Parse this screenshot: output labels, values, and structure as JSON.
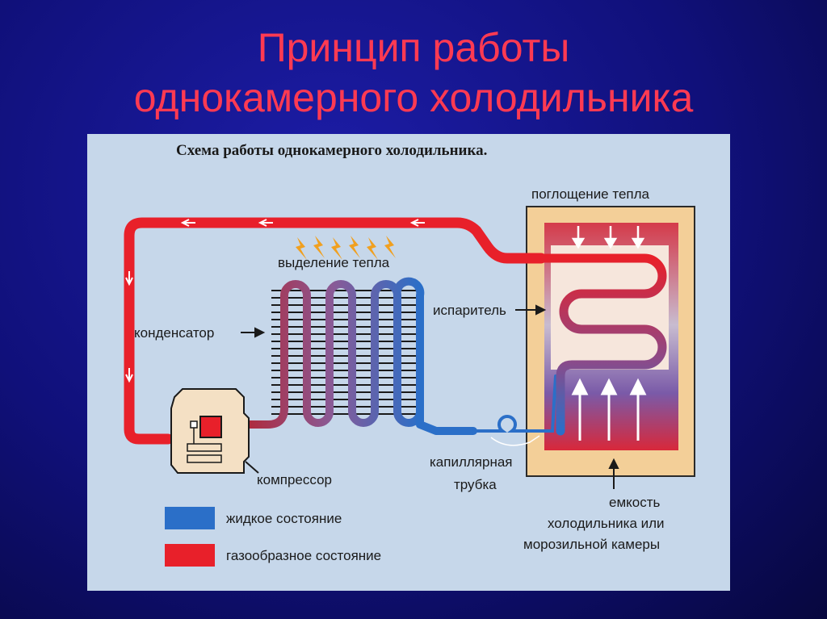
{
  "slide": {
    "title_line1": "Принцип работы",
    "title_line2": "однокамерного холодильника"
  },
  "diagram": {
    "heading": "Схема работы однокамерного холодильника.",
    "labels": {
      "heat_absorption": "поглощение тепла",
      "heat_release": "выделение тепла",
      "evaporator": "испаритель",
      "condenser": "конденсатор",
      "compressor": "компрессор",
      "capillary_line1": "капиллярная",
      "capillary_line2": "трубка",
      "chamber_line1": "емкость",
      "chamber_line2": "холодильника или",
      "chamber_line3": "морозильной камеры"
    },
    "legend": [
      {
        "label": "жидкое состояние",
        "color": "#2b6fc8"
      },
      {
        "label": "газообразное состояние",
        "color": "#e8202a"
      }
    ],
    "colors": {
      "gas": "#e8202a",
      "liquid": "#2b6fc8",
      "title": "#ff3a52"
    }
  }
}
